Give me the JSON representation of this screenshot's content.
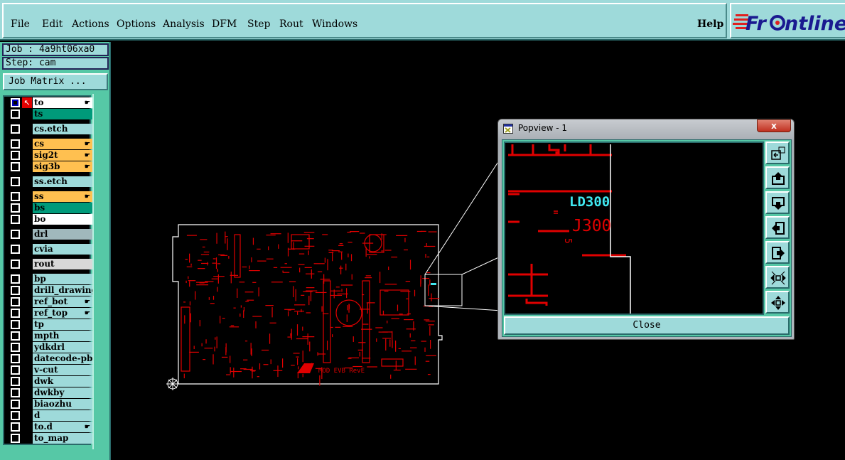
{
  "menu": {
    "items": [
      "File",
      "Edit",
      "Actions",
      "Options",
      "Analysis",
      "DFM",
      "Step",
      "Rout",
      "Windows"
    ],
    "help": "Help",
    "logo": "Frontline"
  },
  "job": {
    "label": "Job : 4a9ht06xa0",
    "step": "Step: cam",
    "matrix_button": "Job Matrix ..."
  },
  "layers": [
    {
      "name": "to",
      "color": "#ffffff",
      "hand": true,
      "active": true
    },
    {
      "name": "ts",
      "color": "#009a7a"
    },
    {
      "name": "cs.etch",
      "color": "#9edada"
    },
    {
      "name": "cs",
      "color": "#ffc050",
      "hand": true
    },
    {
      "name": "sig2t",
      "color": "#ffc050",
      "hand": true
    },
    {
      "name": "sig3b",
      "color": "#ffc050",
      "hand": true
    },
    {
      "name": "ss.etch",
      "color": "#9edada"
    },
    {
      "name": "ss",
      "color": "#ffc050",
      "hand": true
    },
    {
      "name": "bs",
      "color": "#009a7a"
    },
    {
      "name": "bo",
      "color": "#ffffff"
    },
    {
      "name": "drl",
      "color": "#a0b8bc"
    },
    {
      "name": "cvia",
      "color": "#9edada"
    },
    {
      "name": "rout",
      "color": "#d8d8d8"
    },
    {
      "name": "bp",
      "color": "#9edada"
    },
    {
      "name": "drill_drawing",
      "color": "#9edada"
    },
    {
      "name": "ref_bot",
      "color": "#9edada",
      "hand": true
    },
    {
      "name": "ref_top",
      "color": "#9edada",
      "hand": true
    },
    {
      "name": "tp",
      "color": "#9edada"
    },
    {
      "name": "mpth",
      "color": "#9edada"
    },
    {
      "name": "ydkdrl",
      "color": "#9edada"
    },
    {
      "name": "datecode-pbc",
      "color": "#9edada"
    },
    {
      "name": "v-cut",
      "color": "#9edada"
    },
    {
      "name": "dwk",
      "color": "#9edada"
    },
    {
      "name": "dwkby",
      "color": "#9edada"
    },
    {
      "name": "biaozhu",
      "color": "#9edada"
    },
    {
      "name": "d",
      "color": "#9edada"
    },
    {
      "name": "to.d",
      "color": "#9edada",
      "hand": true
    },
    {
      "name": "to_map",
      "color": "#9edada"
    }
  ],
  "board": {
    "silk_text": "MOD EVB RevE"
  },
  "popview": {
    "title": "Popview - 1",
    "close_x": "x",
    "close": "Close",
    "label_cyan": "LD300",
    "label_red": "J300",
    "label_small": "5"
  },
  "colors": {
    "trace": "#e00000",
    "outline": "#ffffff",
    "cyan": "#40e8f0"
  }
}
